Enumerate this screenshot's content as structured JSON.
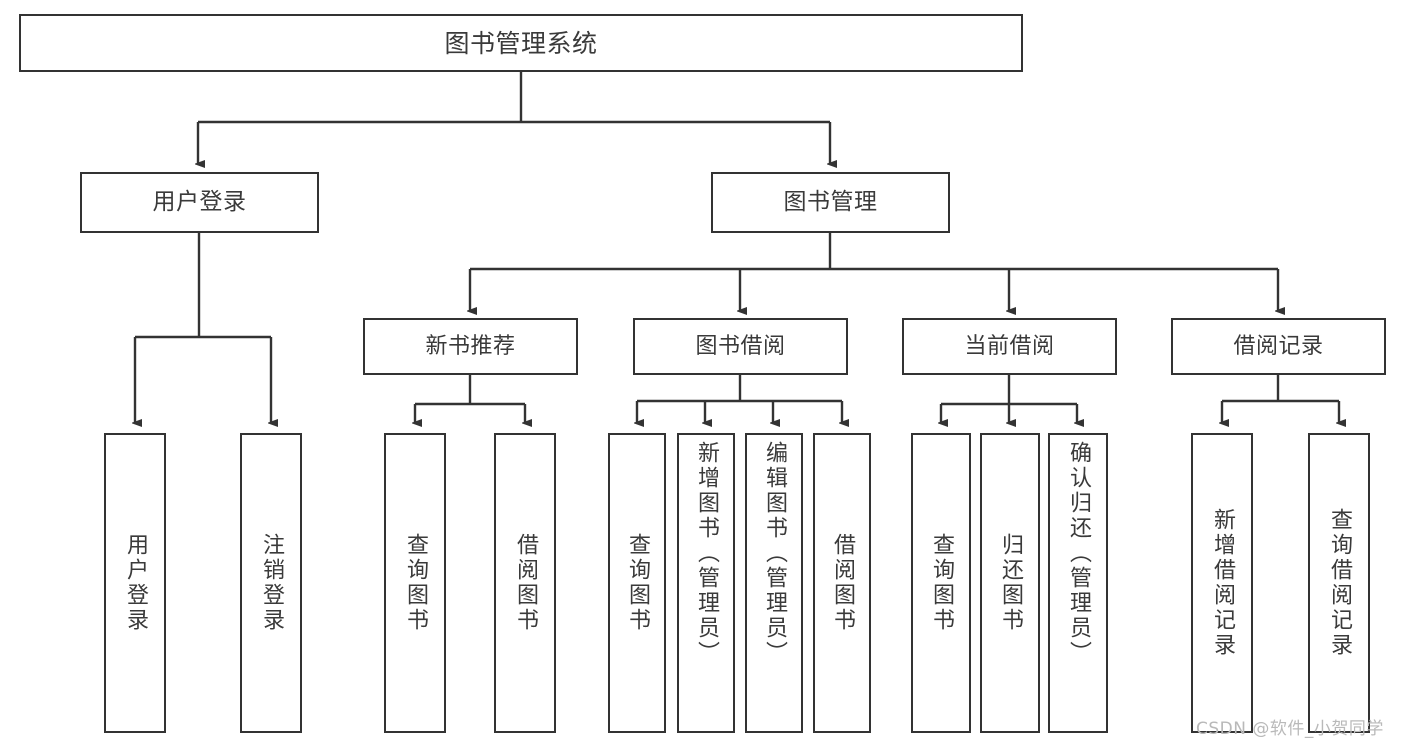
{
  "diagram": {
    "type": "tree-hierarchy",
    "title": "图书管理系统",
    "root": {
      "label": "图书管理系统"
    },
    "level2": [
      {
        "label": "用户登录"
      },
      {
        "label": "图书管理"
      }
    ],
    "level3": [
      {
        "label": "新书推荐"
      },
      {
        "label": "图书借阅"
      },
      {
        "label": "当前借阅"
      },
      {
        "label": "借阅记录"
      }
    ],
    "leaves": {
      "user_login": [
        {
          "label": "用户登录"
        },
        {
          "label": "注销登录"
        }
      ],
      "new_book_recommend": [
        {
          "label": "查询图书"
        },
        {
          "label": "借阅图书"
        }
      ],
      "book_borrow": [
        {
          "label": "查询图书"
        },
        {
          "label": "新增图书（管理员）"
        },
        {
          "label": "编辑图书（管理员）"
        },
        {
          "label": "借阅图书"
        }
      ],
      "current_borrow": [
        {
          "label": "查询图书"
        },
        {
          "label": "归还图书"
        },
        {
          "label": "确认归还（管理员）"
        }
      ],
      "borrow_record": [
        {
          "label": "新增借阅记录"
        },
        {
          "label": "查询借阅记录"
        }
      ]
    }
  },
  "watermark": {
    "text": "CSDN @软件_小贺同学"
  },
  "colors": {
    "stroke": "#333333",
    "text": "#3a3a3a",
    "background": "#ffffff",
    "watermark": "#b9b9b9"
  }
}
